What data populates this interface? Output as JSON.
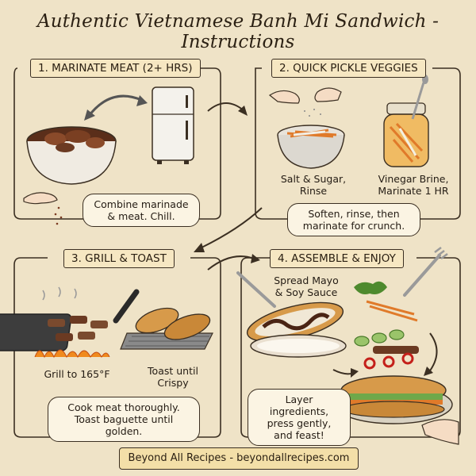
{
  "title": "Authentic Vietnamese Banh Mi Sandwich - Instructions",
  "steps": [
    {
      "header": "1. MARINATE MEAT (2+ HRS)",
      "note": [
        "Combine marinade",
        "& meat. Chill."
      ],
      "icons": [
        "meat-bowl-icon",
        "refrigerator-icon",
        "pinch-seasoning-icon"
      ]
    },
    {
      "header": "2. QUICK PICKLE VEGGIES",
      "captions": [
        [
          "Salt & Sugar,",
          "Rinse"
        ],
        [
          "Vinegar Brine,",
          "Marinate 1 HR"
        ]
      ],
      "note": [
        "Soften, rinse, then",
        "marinate for crunch."
      ],
      "icons": [
        "veggie-bowl-icon",
        "pickle-jar-icon"
      ]
    },
    {
      "header": "3. GRILL & TOAST",
      "captions": [
        [
          "Grill to 165°F"
        ],
        [
          "Toast until",
          "Crispy"
        ]
      ],
      "note": [
        "Cook meat thoroughly.",
        "Toast baguette until golden."
      ],
      "icons": [
        "grill-pan-icon",
        "baguette-toast-icon"
      ]
    },
    {
      "header": "4. ASSEMBLE & ENJOY",
      "captions": [
        [
          "Spread Mayo",
          "& Soy Sauce"
        ]
      ],
      "note": [
        "Layer ingredients,",
        "press gently,",
        "and feast!"
      ],
      "icons": [
        "baguette-spread-icon",
        "fork-icon",
        "ingredients-stack-icon",
        "banh-mi-plate-icon"
      ]
    }
  ],
  "footer": "Beyond All Recipes - beyondallrecipes.com",
  "colors": {
    "background": "#efe3c7",
    "header_fill": "#f6e7c2",
    "ink": "#3b2f22",
    "meat": "#6b3a22",
    "carrot": "#e07a2a",
    "bread": "#d79a4a",
    "cucumber": "#6fa84a"
  }
}
